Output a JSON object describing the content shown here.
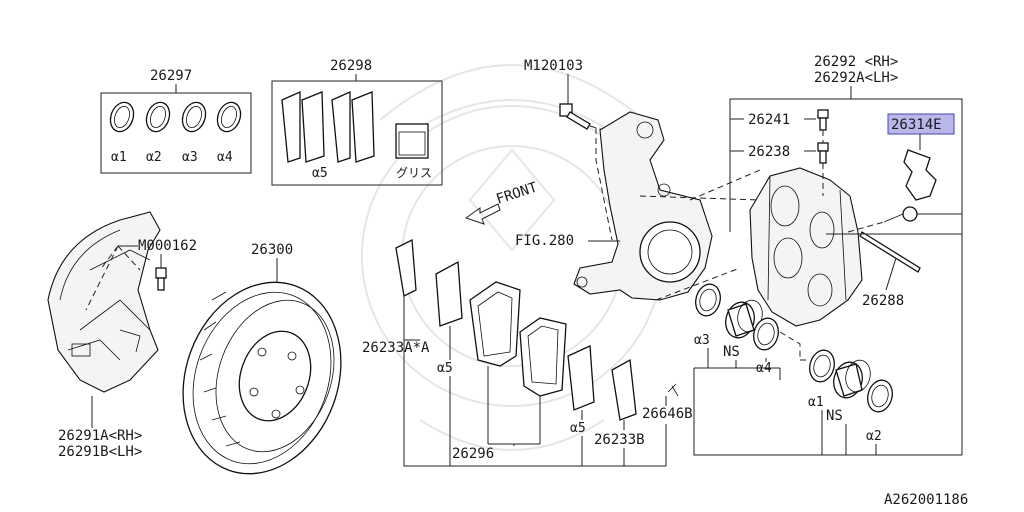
{
  "diagram_id": "A262001186",
  "parts": {
    "seal_kit": "26297",
    "seal_items": [
      "α1",
      "α2",
      "α3",
      "α4"
    ],
    "pad_kit": "26298",
    "pad_kit_pads": "α5",
    "pad_kit_grease": "グリス",
    "bolt": "M120103",
    "caliper_rh": "26292 <RH>",
    "caliper_lh": "26292A<LH>",
    "bleeder": "26241",
    "bleeder2": "26238",
    "clip": "26314E",
    "pin": "26288",
    "front_arrow": "FRONT",
    "knuckle_ref": "FIG.280",
    "shield_bolt": "M000162",
    "rotor": "26300",
    "shield_rh": "26291A<RH>",
    "shield_lh": "26291B<LH>",
    "shim_a": "26233A*A",
    "shim_a_alpha": "α5",
    "pads": "26296",
    "shim_b_alpha": "α5",
    "shim_b": "26233B",
    "spring": "26646B",
    "piston_left_a": "α3",
    "piston_left_ns": "NS",
    "piston_left_b": "α4",
    "piston_right_a": "α1",
    "piston_right_ns": "NS",
    "piston_right_b": "α2"
  }
}
